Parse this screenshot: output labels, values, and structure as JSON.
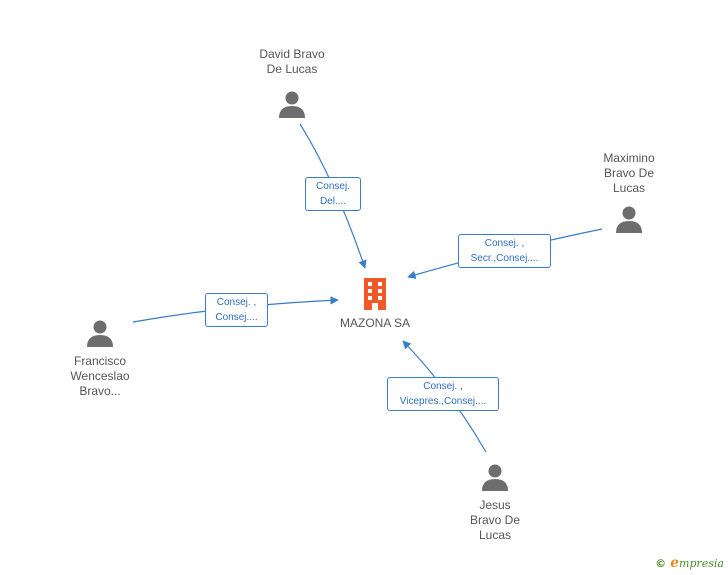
{
  "company": {
    "name": "MAZONA SA",
    "color": "#f05a28"
  },
  "people": [
    {
      "id": "david",
      "name": "David Bravo\nDe Lucas"
    },
    {
      "id": "maximino",
      "name": "Maximino\nBravo De\nLucas"
    },
    {
      "id": "francisco",
      "name": "Francisco\nWenceslao\nBravo..."
    },
    {
      "id": "jesus",
      "name": "Jesus\nBravo De\nLucas"
    }
  ],
  "roles": [
    {
      "id": "david",
      "line1": "Consej.",
      "line2": "Del...."
    },
    {
      "id": "maximino",
      "line1": "Consej. ,",
      "line2": "Secr.,Consej...."
    },
    {
      "id": "francisco",
      "line1": "Consej. ,",
      "line2": "Consej...."
    },
    {
      "id": "jesus",
      "line1": "Consej. ,",
      "line2": "Vicepres.,Consej...."
    }
  ],
  "colors": {
    "edge": "#3a7dc9",
    "person": "#6d6d6d",
    "text": "#555555"
  },
  "brand": {
    "copyright": "©",
    "name": "mpresia",
    "initial": "e"
  }
}
